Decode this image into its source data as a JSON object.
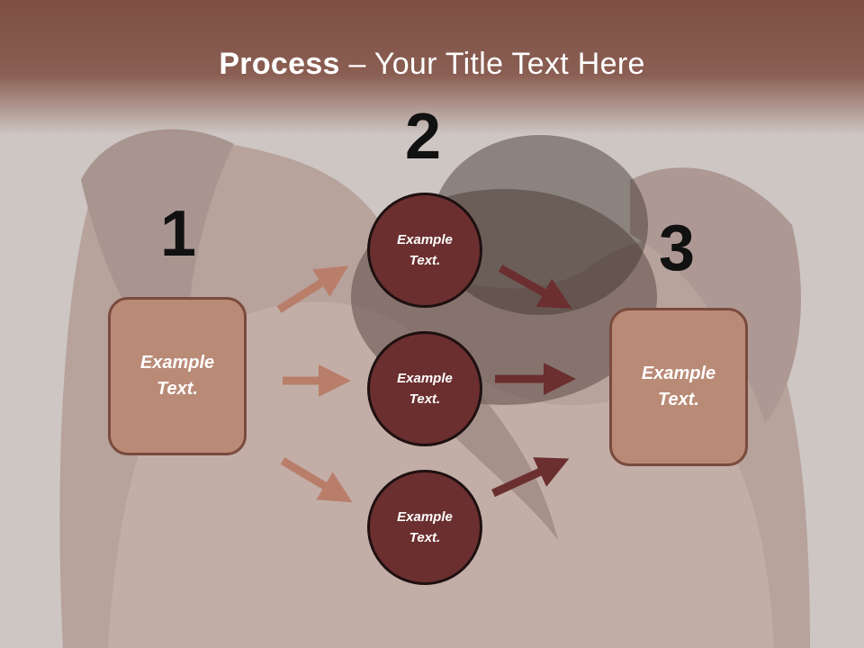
{
  "slide": {
    "title_bold": "Process",
    "title_rest": " – Your Title Text Here"
  },
  "steps": {
    "one": "1",
    "two": "2",
    "three": "3"
  },
  "left_box": {
    "text_line1": "Example",
    "text_line2": "Text."
  },
  "right_box": {
    "text_line1": "Example",
    "text_line2": "Text."
  },
  "circles": [
    {
      "text_line1": "Example",
      "text_line2": "Text."
    },
    {
      "text_line1": "Example",
      "text_line2": "Text."
    },
    {
      "text_line1": "Example",
      "text_line2": "Text."
    }
  ],
  "colors": {
    "title_bar": "#7d4f44",
    "box_fill": "#b98a76",
    "circle_fill": "#6b2f2f",
    "arrow_light": "#b97e6a",
    "arrow_dark": "#6b2f2f"
  }
}
